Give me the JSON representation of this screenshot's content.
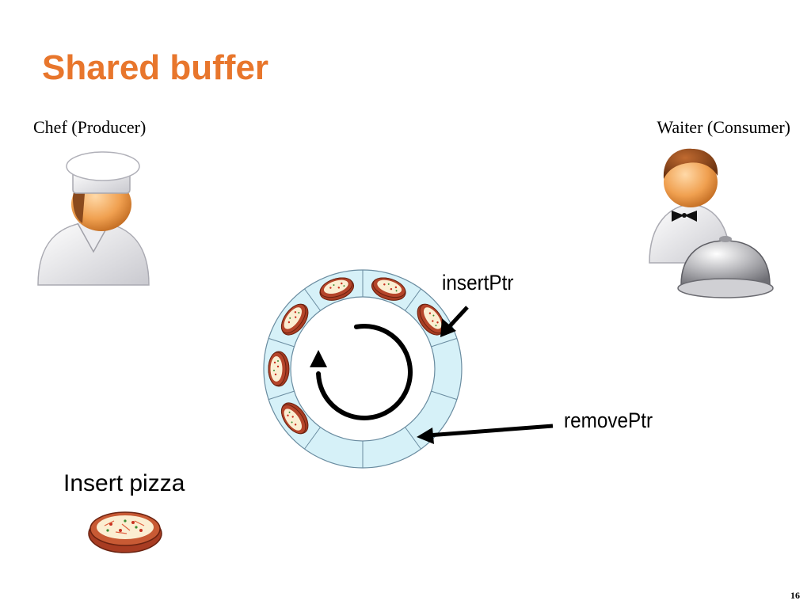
{
  "title": "Shared buffer",
  "colors": {
    "title": "#E8762C",
    "ring_fill": "#D6F1F8",
    "ring_stroke": "#6A8CA0",
    "pizza_crust": "#B5452A",
    "pizza_cheese": "#FBEED2",
    "arrow": "#000000"
  },
  "roles": {
    "producer": "Chef (Producer)",
    "consumer": "Waiter (Consumer)"
  },
  "pointers": {
    "insert": "insertPtr",
    "remove": "removePtr"
  },
  "action_label": "Insert pizza",
  "page_number": "16",
  "icons": {
    "producer": "chef-icon",
    "consumer": "waiter-icon",
    "pizza": "pizza-icon",
    "cycle": "circular-arrow-icon"
  },
  "buffer": {
    "slots": 10,
    "filled_slots": [
      0,
      1,
      6,
      7,
      8,
      9
    ]
  }
}
